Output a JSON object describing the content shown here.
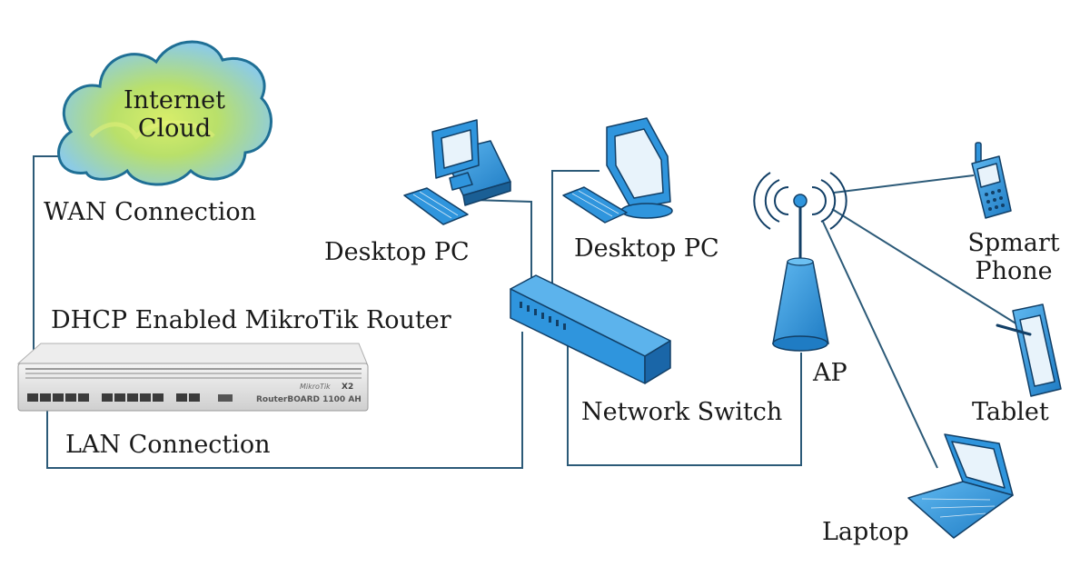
{
  "cloud": {
    "line1": "Internet",
    "line2": "Cloud"
  },
  "labels": {
    "wan": "WAN Connection",
    "router": "DHCP Enabled MikroTik Router",
    "lan": "LAN Connection",
    "desktop1": "Desktop PC",
    "desktop2": "Desktop PC",
    "switch": "Network Switch",
    "ap": "AP",
    "phone_line1": "Spmart",
    "phone_line2": "Phone",
    "tablet": "Tablet",
    "laptop": "Laptop"
  },
  "router_panel": {
    "brand": "MikroTik",
    "model_line1": "X2",
    "model_line2": "RouterBOARD 1100 AH"
  },
  "colors": {
    "device_blue": "#2f95dd",
    "device_dark": "#123f66",
    "cloud_fill": "#9fd3ea",
    "cloud_glow": "#c8e657",
    "cloud_edge": "#1f6f95",
    "router_body": "#e2e2e2",
    "wire": "#2c5a78"
  }
}
